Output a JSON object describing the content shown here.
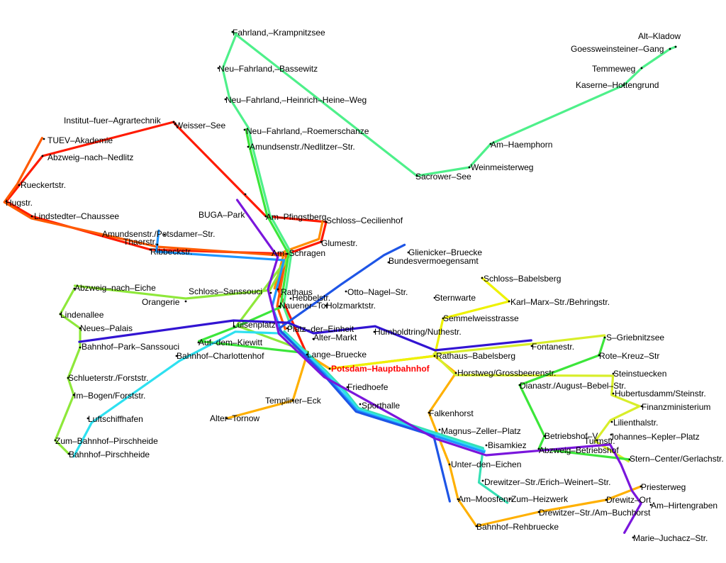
{
  "colors": {
    "highlight": "#ff0000",
    "stop": "#000000",
    "lines": {
      "red": "#ff1a00",
      "orange_red": "#ff5a00",
      "orange": "#ff8c00",
      "amber": "#ffb000",
      "yellow_green": "#d8ee2a",
      "yellow": "#eef200",
      "lime": "#8ee83a",
      "green": "#3ce63a",
      "spring_green": "#4ef08a",
      "teal": "#36e0b4",
      "cyan": "#2ee0f0",
      "sky": "#1e96ff",
      "blue": "#1e55e6",
      "indigo": "#3214d2",
      "violet": "#7a16dc"
    }
  },
  "stations": [
    {
      "id": "fahrland_krampnitzsee",
      "label": "Fahrland,–Krampnitzsee"
    },
    {
      "id": "alt_kladow",
      "label": "Alt–Kladow"
    },
    {
      "id": "goessweinsteiner_gang",
      "label": "Goessweinsteiner–Gang"
    },
    {
      "id": "neu_fahrland_bassewitz",
      "label": "Neu–Fahrland,–Bassewitz"
    },
    {
      "id": "temmeweg",
      "label": "Temmeweg"
    },
    {
      "id": "kaserne_hottengrund",
      "label": "Kaserne–Hottengrund"
    },
    {
      "id": "neu_fahrland_heine_weg",
      "label": "Neu–Fahrland,–Heinrich–Heine–Weg"
    },
    {
      "id": "institut_agrartechnik",
      "label": "Institut–fuer–Agrartechnik"
    },
    {
      "id": "weisser_see",
      "label": "Weisser–See"
    },
    {
      "id": "neu_fahrland_roemerschanze",
      "label": "Neu–Fahrland,–Roemerschanze"
    },
    {
      "id": "tuev_akademie",
      "label": "TUEV–Akademie"
    },
    {
      "id": "amundsenstr_nedlitzer",
      "label": "Amundsenstr./Nedlitzer–Str."
    },
    {
      "id": "am_haemphorn",
      "label": "Am–Haemphorn"
    },
    {
      "id": "abzweig_nedlitz",
      "label": "Abzweig–nach–Nedlitz"
    },
    {
      "id": "weinmeisterweg",
      "label": "Weinmeisterweg"
    },
    {
      "id": "sacrower_see",
      "label": "Sacrower–See"
    },
    {
      "id": "rueckertstr",
      "label": "Rueckertstr."
    },
    {
      "id": "hugstr",
      "label": "Hugstr."
    },
    {
      "id": "buga_park",
      "label": "BUGA–Park"
    },
    {
      "id": "am_pfingstberg",
      "label": "Am–Pfingstberg"
    },
    {
      "id": "lindstedter_chaussee",
      "label": "Lindstedter–Chaussee"
    },
    {
      "id": "schloss_cecilienhof",
      "label": "Schloss–Cecilienhof"
    },
    {
      "id": "amundsenstr_potsdamer",
      "label": "Amundsenstr./Potsdamer–Str."
    },
    {
      "id": "thaerstr",
      "label": "Thaerstr."
    },
    {
      "id": "glumestr",
      "label": "Glumestr."
    },
    {
      "id": "ribbeckstr",
      "label": "Ribbeckstr."
    },
    {
      "id": "am_schragen",
      "label": "Am–Schragen"
    },
    {
      "id": "glienicker_bruecke",
      "label": "Glienicker–Bruecke"
    },
    {
      "id": "bundesvermoegensamt",
      "label": "Bundesvermoegensamt"
    },
    {
      "id": "schloss_babelsberg",
      "label": "Schloss–Babelsberg"
    },
    {
      "id": "abzweig_eiche",
      "label": "Abzweig–nach–Eiche"
    },
    {
      "id": "schloss_sanssouci",
      "label": "Schloss–Sanssouci"
    },
    {
      "id": "rathaus",
      "label": "Rathaus"
    },
    {
      "id": "otto_nagel_str",
      "label": "Otto–Nagel–Str."
    },
    {
      "id": "sternwarte",
      "label": "Sternwarte"
    },
    {
      "id": "hebbelstr",
      "label": "Hebbelstr."
    },
    {
      "id": "karl_marx_behringstr",
      "label": "Karl–Marx–Str./Behringstr."
    },
    {
      "id": "orangerie",
      "label": "Orangerie"
    },
    {
      "id": "nauener_tor",
      "label": "Nauener–Tor"
    },
    {
      "id": "holzmarktstr",
      "label": "Holzmarktstr."
    },
    {
      "id": "lindenallee",
      "label": "Lindenallee"
    },
    {
      "id": "semmelweisstrasse",
      "label": "Semmelweisstrasse"
    },
    {
      "id": "luisenplatz",
      "label": "Luisenplatz"
    },
    {
      "id": "neues_palais",
      "label": "Neues–Palais"
    },
    {
      "id": "platz_der_einheit",
      "label": "Platz–der–Einheit"
    },
    {
      "id": "humboldtring_nuthestr",
      "label": "Humboldtring/Nuthestr."
    },
    {
      "id": "alter_markt",
      "label": "Alter–Markt"
    },
    {
      "id": "s_griebnitzsee",
      "label": "S–Griebnitzsee"
    },
    {
      "id": "auf_dem_kiewitt",
      "label": "Auf–dem–Kiewitt"
    },
    {
      "id": "fontanestr",
      "label": "Fontanestr."
    },
    {
      "id": "bahnhof_park_sanssouci",
      "label": "Bahnhof–Park–Sanssouci"
    },
    {
      "id": "rathaus_babelsberg",
      "label": "Rathaus–Babelsberg"
    },
    {
      "id": "rote_kreuz_str",
      "label": "Rote–Kreuz–Str"
    },
    {
      "id": "bahnhof_charlottenhof",
      "label": "Bahnhof–Charlottenhof"
    },
    {
      "id": "lange_bruecke",
      "label": "Lange–Bruecke"
    },
    {
      "id": "potsdam_hauptbahnhof",
      "label": "Potsdam–Hauptbahnhof",
      "highlight": true
    },
    {
      "id": "horstweg_grossbeerenstr",
      "label": "Horstweg/Grossbeerenstr."
    },
    {
      "id": "steinstuecken",
      "label": "Steinstuecken"
    },
    {
      "id": "schluterstr_forststr",
      "label": "Schlueterstr./Forststr."
    },
    {
      "id": "dianastr_bebel_str",
      "label": "Dianastr./August–Bebel–Str."
    },
    {
      "id": "friedhoefe",
      "label": "Friedhoefe"
    },
    {
      "id": "hubertusdamm_steinstr",
      "label": "Hubertusdamm/Steinstr."
    },
    {
      "id": "im_bogen_forststr",
      "label": "Im–Bogen/Forststr."
    },
    {
      "id": "templiner_eck",
      "label": "Templiner–Eck"
    },
    {
      "id": "sporthalle",
      "label": "Sporthalle"
    },
    {
      "id": "finanzministerium",
      "label": "Finanzministerium"
    },
    {
      "id": "falkenhorst",
      "label": "Falkenhorst"
    },
    {
      "id": "alter_tornow",
      "label": "Alter–Tornow"
    },
    {
      "id": "luftschiffhafen",
      "label": "Luftschiffhafen"
    },
    {
      "id": "lilienthalstr",
      "label": "Lilienthalstr."
    },
    {
      "id": "magnus_zeller_platz",
      "label": "Magnus–Zeller–Platz"
    },
    {
      "id": "betriebshof_v",
      "label": "Betriebshof–V"
    },
    {
      "id": "johannes_kepler_platz",
      "label": "Johannes–Kepler–Platz"
    },
    {
      "id": "zum_bahnhof_pirschheide",
      "label": "Zum–Bahnhof–Pirschheide"
    },
    {
      "id": "turmstr",
      "label": "Turmstr."
    },
    {
      "id": "bisamkiez",
      "label": "Bisamkiez"
    },
    {
      "id": "abzweig_betriebshof",
      "label": "Abzweig–Betriebshof"
    },
    {
      "id": "bahnhof_pirschheide",
      "label": "Bahnhof–Pirschheide"
    },
    {
      "id": "stern_center_gerlachstr",
      "label": "Stern–Center/Gerlachstr."
    },
    {
      "id": "unter_den_eichen",
      "label": "Unter–den–Eichen"
    },
    {
      "id": "drewitzer_weinert_str",
      "label": "Drewitzer–Str./Erich–Weinert–Str."
    },
    {
      "id": "priesterweg",
      "label": "Priesterweg"
    },
    {
      "id": "am_moosfenn",
      "label": "Am–Moosfenn"
    },
    {
      "id": "zum_heizwerk",
      "label": "Zum–Heizwerk"
    },
    {
      "id": "drewitz_ort",
      "label": "Drewitz–Ort"
    },
    {
      "id": "am_hirtengraben",
      "label": "Am–Hirtengraben"
    },
    {
      "id": "drewitzer_buchhorst",
      "label": "Drewitzer–Str./Am–Buchhorst"
    },
    {
      "id": "bahnhof_rehbruecke",
      "label": "Bahnhof–Rehbruecke"
    },
    {
      "id": "marie_juchacz_str",
      "label": "Marie–Juchacz–Str."
    }
  ],
  "lines": [
    {
      "id": "red",
      "color_key": "red",
      "stops": [
        "weisser_see",
        "institut_agrartechnik",
        "abzweig_nedlitz",
        "hugstr",
        "lindstedter_chaussee",
        "ribbeckstr",
        "am_schragen",
        "rathaus",
        "lange_bruecke",
        "potsdam_hauptbahnhof"
      ]
    },
    {
      "id": "red_cecilienhof",
      "color_key": "red",
      "stops": [
        "weisser_see",
        "am_pfingstberg",
        "schloss_cecilienhof",
        "glumestr",
        "am_schragen"
      ]
    },
    {
      "id": "orange_red",
      "color_key": "orange_red",
      "stops": [
        "tuev_akademie",
        "rueckertstr",
        "hugstr",
        "lindstedter_chaussee",
        "thaerstr",
        "am_schragen",
        "nauener_tor",
        "platz_der_einheit"
      ]
    },
    {
      "id": "orange",
      "color_key": "orange",
      "stops": [
        "schloss_cecilienhof",
        "glumestr",
        "am_schragen",
        "rathaus"
      ]
    },
    {
      "id": "amber",
      "color_key": "amber",
      "stops": [
        "alter_tornow",
        "templiner_eck",
        "lange_bruecke",
        "potsdam_hauptbahnhof",
        "rathaus_babelsberg",
        "horstweg_grossbeerenstr",
        "falkenhorst",
        "unter_den_eichen",
        "am_moosfenn",
        "bahnhof_rehbruecke",
        "drewitzer_buchhorst",
        "drewitz_ort",
        "priesterweg"
      ]
    },
    {
      "id": "yellow",
      "color_key": "yellow",
      "stops": [
        "schloss_babelsberg",
        "karl_marx_behringstr",
        "semmelweisstrasse",
        "rathaus_babelsberg",
        "potsdam_hauptbahnhof"
      ]
    },
    {
      "id": "yellow_green",
      "color_key": "yellow_green",
      "stops": [
        "s_griebnitzsee",
        "fontanestr",
        "rathaus_babelsberg",
        "horstweg_grossbeerenstr",
        "steinstuecken",
        "hubertusdamm_steinstr",
        "finanzministerium",
        "lilienthalstr",
        "turmstr",
        "stern_center_gerlachstr"
      ]
    },
    {
      "id": "lime",
      "color_key": "lime",
      "stops": [
        "abzweig_eiche",
        "lindenallee",
        "neues_palais",
        "bahnhof_park_sanssouci",
        "schluterstr_forststr",
        "im_bogen_forststr",
        "zum_bahnhof_pirschheide",
        "bahnhof_pirschheide"
      ]
    },
    {
      "id": "lime_center",
      "color_key": "lime",
      "stops": [
        "abzweig_eiche",
        "orangerie",
        "schloss_sanssouci",
        "am_schragen",
        "luisenplatz",
        "lange_bruecke"
      ]
    },
    {
      "id": "green",
      "color_key": "green",
      "stops": [
        "neu_fahrland_roemerschanze",
        "amundsenstr_nedlitzer",
        "am_pfingstberg",
        "am_schragen",
        "nauener_tor",
        "luisenplatz",
        "auf_dem_kiewitt",
        "lange_bruecke"
      ]
    },
    {
      "id": "green_east",
      "color_key": "green",
      "stops": [
        "s_griebnitzsee",
        "rote_kreuz_str",
        "dianastr_bebel_str",
        "betriebshof_v",
        "abzweig_betriebshof",
        "stern_center_gerlachstr"
      ]
    },
    {
      "id": "spring_green",
      "color_key": "spring_green",
      "stops": [
        "fahrland_krampnitzsee",
        "neu_fahrland_bassewitz",
        "neu_fahrland_heine_weg",
        "neu_fahrland_roemerschanze",
        "amundsenstr_nedlitzer",
        "am_pfingstberg",
        "am_schragen",
        "nauener_tor",
        "platz_der_einheit"
      ]
    },
    {
      "id": "spring_green_kladow",
      "color_key": "spring_green",
      "stops": [
        "fahrland_krampnitzsee",
        "sacrower_see",
        "weinmeisterweg",
        "am_haemphorn",
        "kaserne_hottengrund",
        "temmeweg",
        "goessweinsteiner_gang",
        "alt_kladow"
      ]
    },
    {
      "id": "teal",
      "color_key": "teal",
      "stops": [
        "platz_der_einheit",
        "potsdam_hauptbahnhof",
        "friedhoefe",
        "sporthalle",
        "magnus_zeller_platz",
        "bisamkiez",
        "drewitzer_weinert_str",
        "zum_heizwerk"
      ]
    },
    {
      "id": "cyan",
      "color_key": "cyan",
      "stops": [
        "bahnhof_pirschheide",
        "luftschiffhafen",
        "bahnhof_charlottenhof",
        "luisenplatz",
        "platz_der_einheit",
        "potsdam_hauptbahnhof",
        "friedhoefe",
        "sporthalle",
        "bisamkiez"
      ]
    },
    {
      "id": "sky",
      "color_key": "sky",
      "stops": [
        "amundsenstr_potsdamer",
        "thaerstr",
        "am_schragen",
        "nauener_tor",
        "platz_der_einheit",
        "potsdam_hauptbahnhof",
        "sporthalle",
        "bisamkiez"
      ]
    },
    {
      "id": "blue",
      "color_key": "blue",
      "stops": [
        "glienicker_bruecke",
        "bundesvermoegensamt",
        "otto_nagel_str",
        "holzmarktstr",
        "platz_der_einheit",
        "potsdam_hauptbahnhof",
        "sporthalle",
        "magnus_zeller_platz",
        "am_moosfenn"
      ]
    },
    {
      "id": "indigo",
      "color_key": "indigo",
      "stops": [
        "bahnhof_park_sanssouci",
        "luisenplatz",
        "platz_der_einheit",
        "alter_markt",
        "humboldtring_nuthestr",
        "rathaus_babelsberg",
        "fontanestr"
      ]
    },
    {
      "id": "violet",
      "color_key": "violet",
      "stops": [
        "buga_park",
        "am_schragen",
        "rathaus",
        "platz_der_einheit",
        "potsdam_hauptbahnhof",
        "magnus_zeller_platz",
        "bisamkiez",
        "johannes_kepler_platz",
        "stern_center_gerlachstr",
        "priesterweg",
        "am_hirtengraben",
        "marie_juchacz_str"
      ]
    }
  ]
}
